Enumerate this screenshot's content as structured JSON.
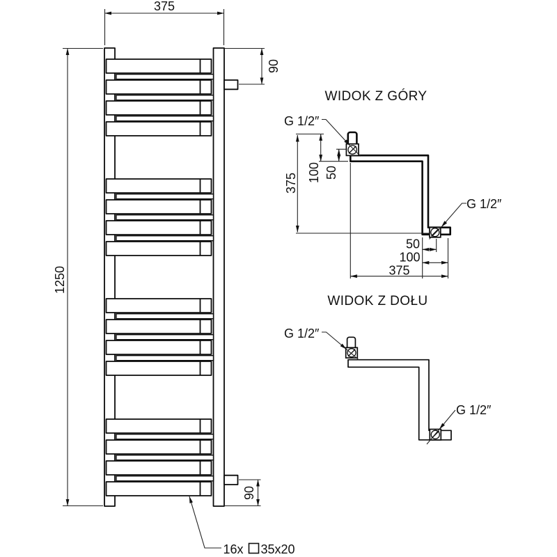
{
  "colors": {
    "line": "#111111",
    "background": "#ffffff"
  },
  "front_view": {
    "dim_width": "375",
    "dim_height": "1250",
    "dim_top_connection": "90",
    "dim_bottom_connection": "90",
    "note_count": "16x",
    "note_profile": "35x20"
  },
  "top_view": {
    "title": "WIDOK Z GÓRY",
    "connection_left": "G 1/2″",
    "connection_right": "G 1/2″",
    "dim_depth": "375",
    "dim_offset_100": "100",
    "dim_offset_50": "50",
    "dim_bottom_50": "50",
    "dim_bottom_100": "100",
    "dim_bottom_width": "375"
  },
  "bottom_view": {
    "title": "WIDOK Z DOŁU",
    "connection_left": "G 1/2″",
    "connection_right": "G 1/2″"
  }
}
